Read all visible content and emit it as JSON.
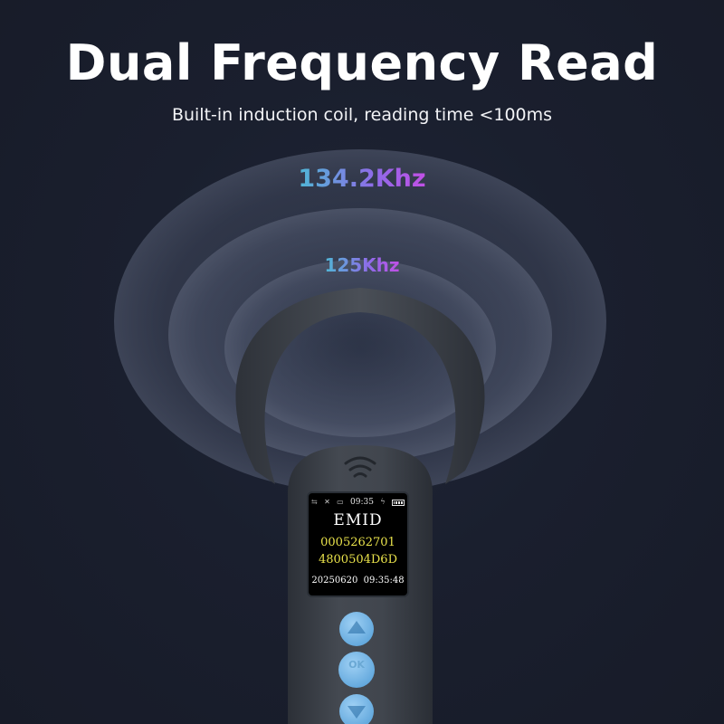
{
  "headline": "Dual Frequency Read",
  "subline": "Built-in induction coil, reading time <100ms",
  "frequencies": {
    "outer": "134.2Khz",
    "inner": "125Khz"
  },
  "screen": {
    "time": "09:35",
    "mode": "EMID",
    "tag_lines": [
      "0005262701",
      "4800504D6D"
    ],
    "date": "20250620",
    "clock": "09:35:48",
    "icons": [
      "usb-icon",
      "bluetooth-off-icon",
      "computer-icon",
      "charging-icon",
      "battery-icon"
    ]
  },
  "buttons": {
    "ok_label": "OK",
    "up": "up-arrow-button",
    "down": "down-arrow-button"
  },
  "colors": {
    "background": "#1a1f2e",
    "device_body": "#3a3f47",
    "button_blue": "#6fb3e6",
    "tag_text": "#e9e24b",
    "freq_gradient_start": "#4fb8d6",
    "freq_gradient_end": "#c24fe6"
  }
}
